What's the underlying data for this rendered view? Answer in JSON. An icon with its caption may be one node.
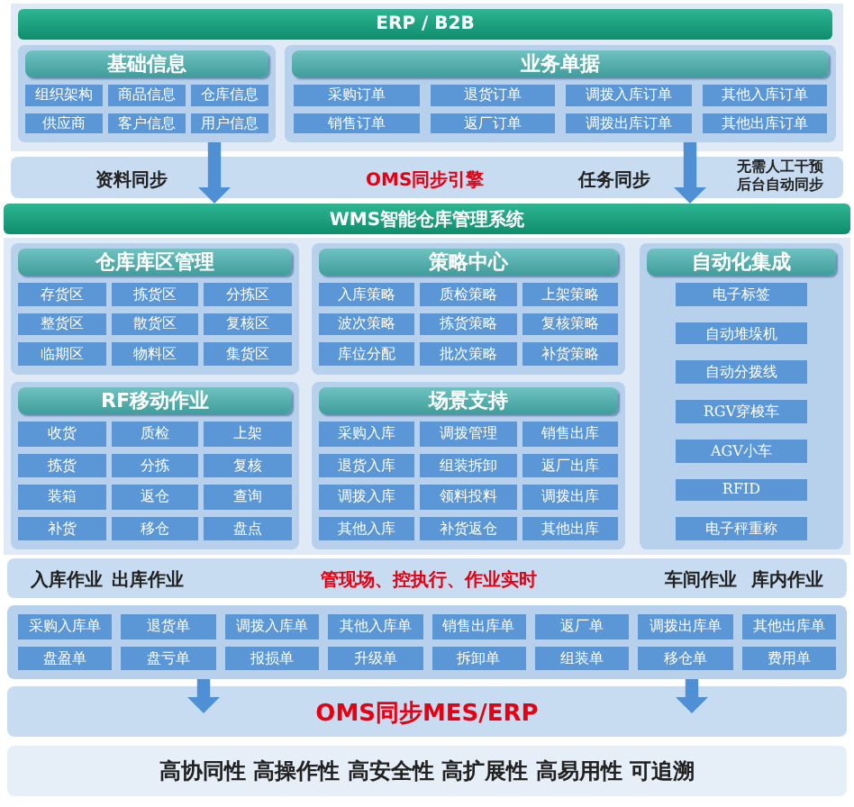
{
  "diagram": {
    "nodes": [
      {
        "text": [
          "ERP / B2B"
        ]
      },
      {
        "text": [
          "基础信息"
        ]
      },
      {
        "text": [
          "组织架构"
        ],
        "in": 1
      },
      {
        "text": [
          "商品信息"
        ],
        "in": 1
      },
      {
        "text": [
          "仓库信息"
        ],
        "in": 1
      },
      {
        "text": [
          "供应商"
        ],
        "in": 1
      },
      {
        "text": [
          "客户信息"
        ],
        "in": 1
      },
      {
        "text": [
          "用户信息"
        ],
        "in": 1
      },
      {
        "text": [
          "业务单据"
        ]
      },
      {
        "text": [
          "采购订单"
        ],
        "in": 8
      },
      {
        "text": [
          "退货订单"
        ],
        "in": 8
      },
      {
        "text": [
          "调拨入库订单"
        ],
        "in": 8
      },
      {
        "text": [
          "其他入库订单"
        ],
        "in": 8
      },
      {
        "text": [
          "销售订单"
        ],
        "in": 8
      },
      {
        "text": [
          "返厂订单"
        ],
        "in": 8
      },
      {
        "text": [
          "调拨出库订单"
        ],
        "in": 8
      },
      {
        "text": [
          "其他出库订单"
        ],
        "in": 8
      },
      {
        "text": [
          "资料同步",
          "OMS同步引擎",
          "任务同步",
          "无需人工干预后台自动同步"
        ]
      },
      {
        "text": [
          "WMS智能仓库管理系统"
        ]
      },
      {
        "text": [
          "仓库库区管理"
        ]
      },
      {
        "text": [
          "存货区"
        ],
        "in": 19
      },
      {
        "text": [
          "拣货区"
        ],
        "in": 19
      },
      {
        "text": [
          "分拣区"
        ],
        "in": 19
      },
      {
        "text": [
          "整货区"
        ],
        "in": 19
      },
      {
        "text": [
          "散货区"
        ],
        "in": 19
      },
      {
        "text": [
          "复核区"
        ],
        "in": 19
      },
      {
        "text": [
          "临期区"
        ],
        "in": 19
      },
      {
        "text": [
          "物料区"
        ],
        "in": 19
      },
      {
        "text": [
          "集货区"
        ],
        "in": 19
      },
      {
        "text": [
          "策略中心"
        ]
      },
      {
        "text": [
          "入库策略"
        ],
        "in": 29
      },
      {
        "text": [
          "质检策略"
        ],
        "in": 29
      },
      {
        "text": [
          "上架策略"
        ],
        "in": 29
      },
      {
        "text": [
          "波次策略"
        ],
        "in": 29
      },
      {
        "text": [
          "拣货策略"
        ],
        "in": 29
      },
      {
        "text": [
          "复核策略"
        ],
        "in": 29
      },
      {
        "text": [
          "库位分配"
        ],
        "in": 29
      },
      {
        "text": [
          "批次策略"
        ],
        "in": 29
      },
      {
        "text": [
          "补货策略"
        ],
        "in": 29
      },
      {
        "text": [
          "自动化集成"
        ]
      },
      {
        "text": [
          "电子标签"
        ],
        "in": 39
      },
      {
        "text": [
          "自动堆垛机"
        ],
        "in": 39
      },
      {
        "text": [
          "自动分拨线"
        ],
        "in": 39
      },
      {
        "text": [
          "RGV穿梭车"
        ],
        "in": 39
      },
      {
        "text": [
          "AGV小车"
        ],
        "in": 39
      },
      {
        "text": [
          "RFID"
        ],
        "in": 39
      },
      {
        "text": [
          "电子秤重称"
        ],
        "in": 39
      },
      {
        "text": [
          "RF移动作业"
        ]
      },
      {
        "text": [
          "收货"
        ],
        "in": 47
      },
      {
        "text": [
          "质检"
        ],
        "in": 47
      },
      {
        "text": [
          "上架"
        ],
        "in": 47
      },
      {
        "text": [
          "拣货"
        ],
        "in": 47
      },
      {
        "text": [
          "分拣"
        ],
        "in": 47
      },
      {
        "text": [
          "复核"
        ],
        "in": 47
      },
      {
        "text": [
          "装箱"
        ],
        "in": 47
      },
      {
        "text": [
          "返仓"
        ],
        "in": 47
      },
      {
        "text": [
          "查询"
        ],
        "in": 47
      },
      {
        "text": [
          "补货"
        ],
        "in": 47
      },
      {
        "text": [
          "移仓"
        ],
        "in": 47
      },
      {
        "text": [
          "盘点"
        ],
        "in": 47
      },
      {
        "text": [
          "场景支持"
        ]
      },
      {
        "text": [
          "采购入库"
        ],
        "in": 60
      },
      {
        "text": [
          "调拨管理"
        ],
        "in": 60
      },
      {
        "text": [
          "销售出库"
        ],
        "in": 60
      },
      {
        "text": [
          "退货入库"
        ],
        "in": 60
      },
      {
        "text": [
          "组装拆卸"
        ],
        "in": 60
      },
      {
        "text": [
          "返厂出库"
        ],
        "in": 60
      },
      {
        "text": [
          "调拨入库"
        ],
        "in": 60
      },
      {
        "text": [
          "领料投料"
        ],
        "in": 60
      },
      {
        "text": [
          "调拨出库"
        ],
        "in": 60
      },
      {
        "text": [
          "其他入库"
        ],
        "in": 60
      },
      {
        "text": [
          "补货返仓"
        ],
        "in": 60
      },
      {
        "text": [
          "其他出库"
        ],
        "in": 60
      },
      {
        "text": [
          "入库作业",
          "出库作业",
          "管现场、控执行、作业实时",
          "车间作业",
          "库内作业"
        ]
      },
      {
        "text": [],
        "shape": "box"
      },
      {
        "text": [
          "采购入库单"
        ],
        "in": 74
      },
      {
        "text": [
          "退货单"
        ],
        "in": 74
      },
      {
        "text": [
          "调拨入库单"
        ],
        "in": 74
      },
      {
        "text": [
          "其他入库单"
        ],
        "in": 74
      },
      {
        "text": [
          "销售出库单"
        ],
        "in": 74
      },
      {
        "text": [
          "返厂单"
        ],
        "in": 74
      },
      {
        "text": [
          "调拨出库单"
        ],
        "in": 74
      },
      {
        "text": [
          "其他出库单"
        ],
        "in": 74
      },
      {
        "text": [
          "盘盈单"
        ],
        "in": 74
      },
      {
        "text": [
          "盘亏单"
        ],
        "in": 74
      },
      {
        "text": [
          "报损单"
        ],
        "in": 74
      },
      {
        "text": [
          "升级单"
        ],
        "in": 74
      },
      {
        "text": [
          "拆卸单"
        ],
        "in": 74
      },
      {
        "text": [
          "组装单"
        ],
        "in": 74
      },
      {
        "text": [
          "移仓单"
        ],
        "in": 74
      },
      {
        "text": [
          "费用单"
        ],
        "in": 74
      },
      {
        "text": [
          "OMS同步MES/ERP"
        ]
      },
      {
        "text": [
          "高协同性 高操作性 高安全性 高扩展性 高易用性 可追溯"
        ]
      }
    ],
    "edges": [
      {
        "from": 1,
        "to": 18,
        "arrow": "to"
      },
      {
        "from": 8,
        "to": 18,
        "arrow": "to"
      },
      {
        "from": 74,
        "to": 91,
        "arrow": "to"
      },
      {
        "from": 74,
        "to": 91,
        "arrow": "to"
      }
    ]
  }
}
